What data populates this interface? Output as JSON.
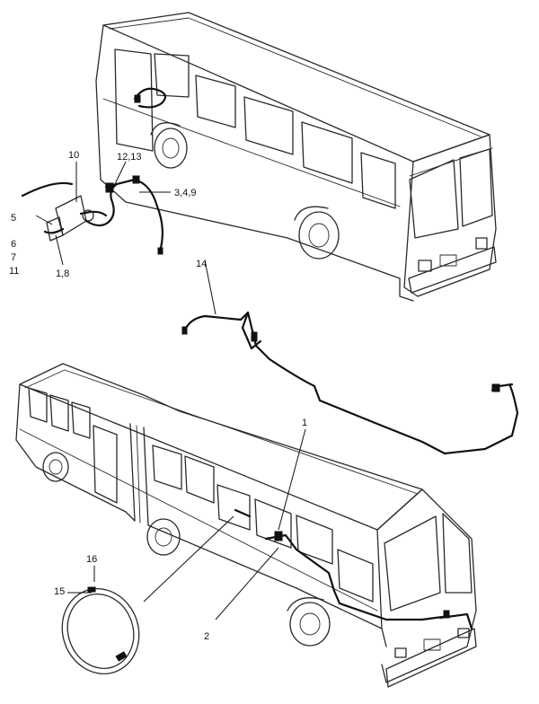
{
  "labels": {
    "l1": "1",
    "l2": "2",
    "l3": "3,4,9",
    "l5": "5",
    "l6": "6",
    "l7": "7",
    "l8": "1,8",
    "l10": "10",
    "l11": "11",
    "l12": "12,13",
    "l14": "14",
    "l15": "15",
    "l16": "16"
  }
}
